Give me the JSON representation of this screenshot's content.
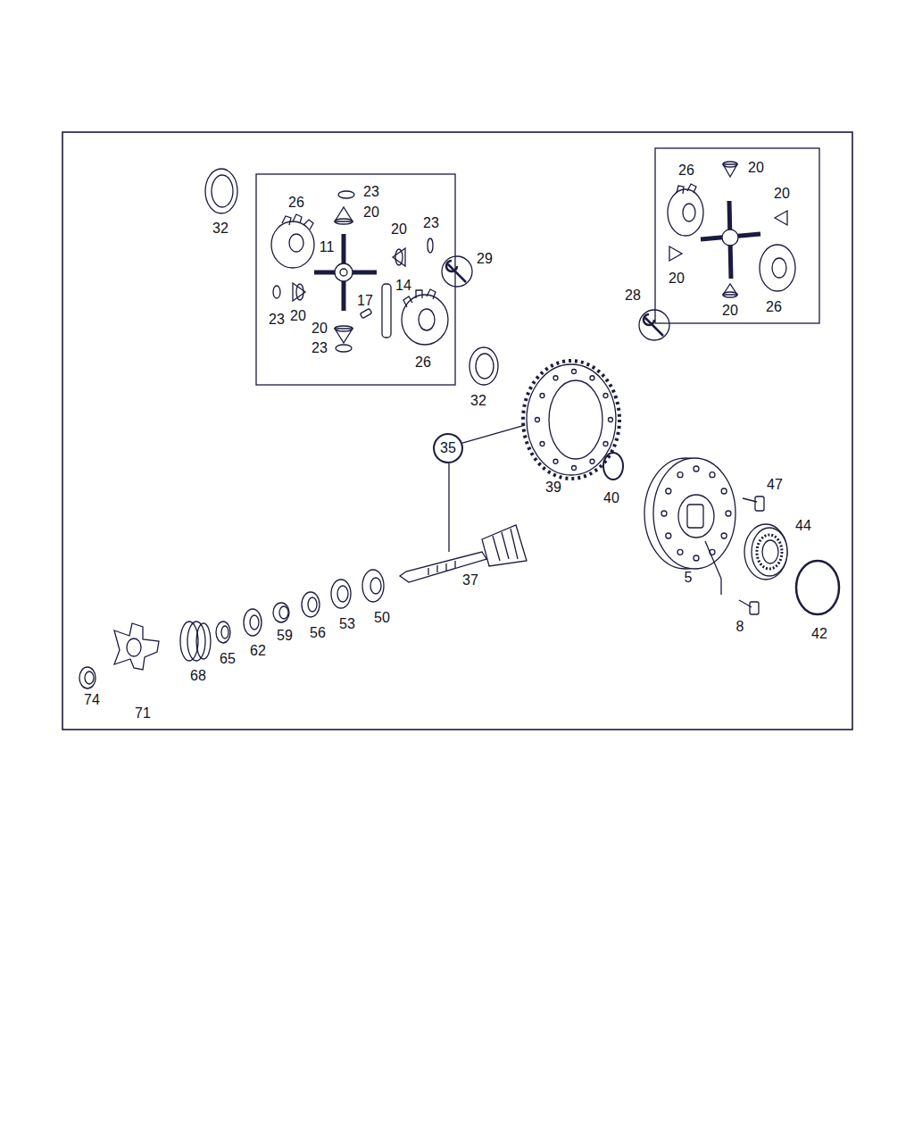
{
  "diagram": {
    "nodes": [
      {
        "text": [
          "35"
        ]
      }
    ],
    "labels": [
      "32",
      "26",
      "23",
      "20",
      "11",
      "20",
      "23",
      "29",
      "14",
      "17",
      "23",
      "20",
      "20",
      "23",
      "26",
      "26",
      "20",
      "20",
      "20",
      "28",
      "20",
      "26",
      "32",
      "39",
      "40",
      "37",
      "47",
      "44",
      "5",
      "8",
      "42",
      "50",
      "53",
      "56",
      "59",
      "62",
      "65",
      "68",
      "74",
      "71"
    ]
  }
}
